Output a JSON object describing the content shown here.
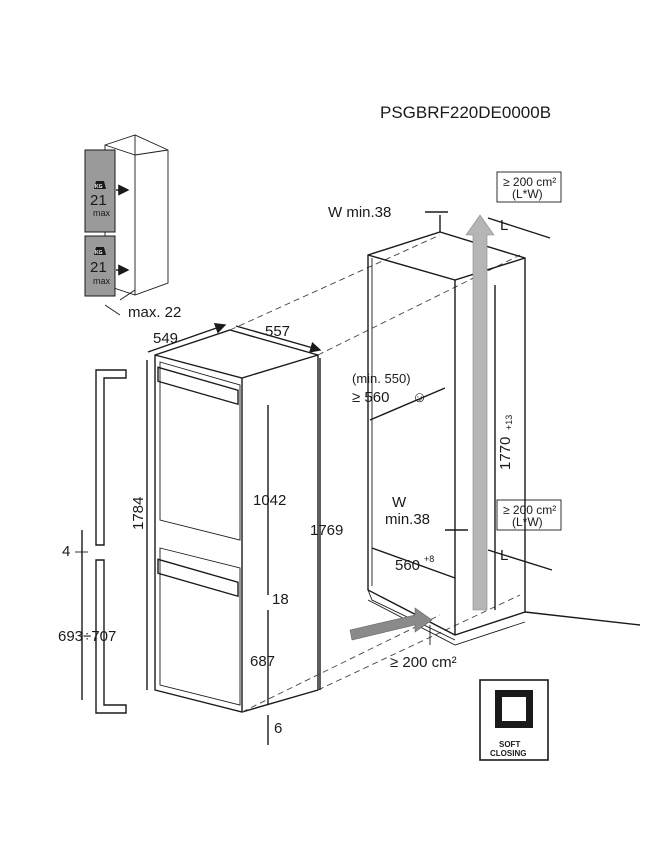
{
  "model_code": "PSGBRF220DE0000B",
  "load_limit": {
    "kg_label": "KG",
    "upper": {
      "value": "21",
      "unit": "max"
    },
    "lower": {
      "value": "21",
      "unit": "max"
    },
    "door_gap": "max. 22"
  },
  "appliance": {
    "depth": "549",
    "width": "557",
    "height_total": "1784",
    "height_body": "1769",
    "fridge_door": "1042",
    "freezer_door": "687",
    "gap_middle": "18",
    "gap_bottom": "6"
  },
  "door": {
    "gap_top": "4",
    "range": "693÷707"
  },
  "niche": {
    "wall_top": "W min.38",
    "wall_bottom_w": "W",
    "wall_bottom_min": "min.38",
    "depth_min": "(min. 550)",
    "depth": "≥ 560",
    "depth_symbol": "☺",
    "width": "560",
    "width_tol": "+8",
    "height": "1770",
    "height_tol": "+13",
    "vent_top": {
      "area": "≥ 200 cm²",
      "formula": "(L*W)"
    },
    "vent_mid": {
      "area": "≥ 200 cm²",
      "formula": "(L*W)"
    },
    "vent_bottom": "≥ 200 cm²",
    "L_top": "L",
    "L_bottom": "L"
  },
  "badge": {
    "line1": "SOFT",
    "line2": "CLOSING"
  },
  "colors": {
    "ink": "#1a1a1a",
    "panel": "#9a9a9a",
    "airflow": "#b5b5b5"
  }
}
